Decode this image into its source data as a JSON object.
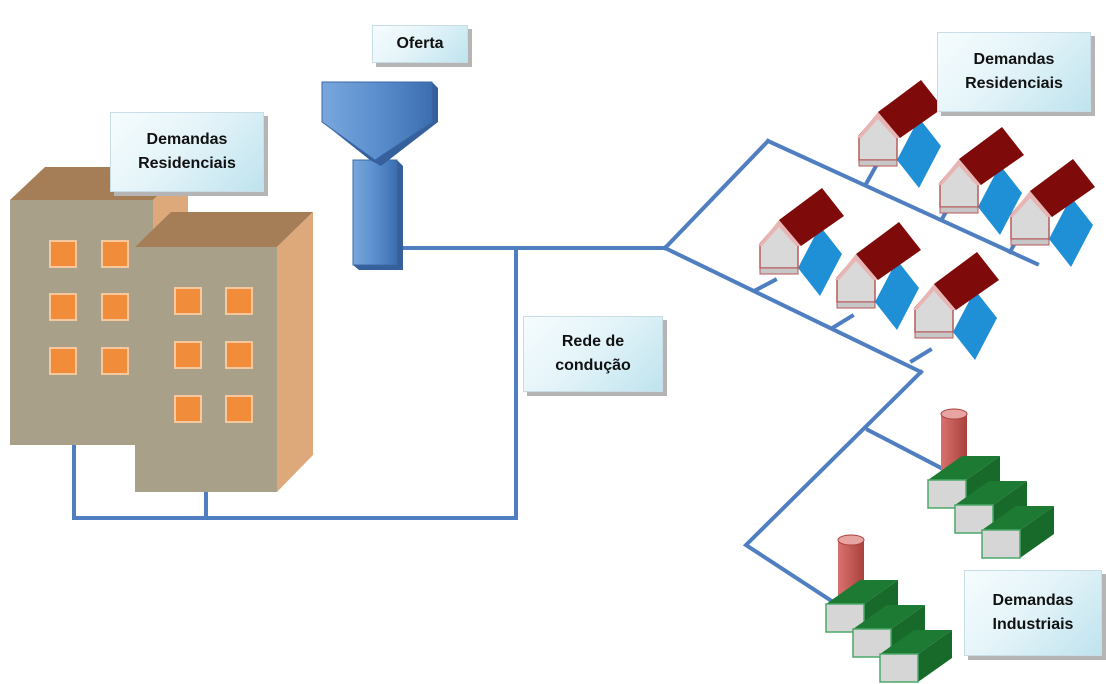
{
  "labels": {
    "oferta": "Oferta",
    "res_left_1": "Demandas",
    "res_left_2": "Residenciais",
    "res_right_1": "Demandas",
    "res_right_2": "Residenciais",
    "rede_1": "Rede de",
    "rede_2": "condução",
    "ind_1": "Demandas",
    "ind_2": "Industriais"
  },
  "colors": {
    "pipe": "#4f7fc0",
    "tower": "#5a8fcd",
    "building_front": "#a9a08a",
    "building_side": "#dda97a",
    "building_top": "#a57d56",
    "window": "#f08c3a",
    "roof": "#7e0a0a",
    "house_wall": "#d9d9d9",
    "house_side": "#1f8fd6",
    "factory_green": "#1d7a33",
    "chimney": "#c0504d"
  },
  "icons": [
    "water-tower-icon",
    "apartment-building-icon",
    "house-icon",
    "factory-icon"
  ]
}
